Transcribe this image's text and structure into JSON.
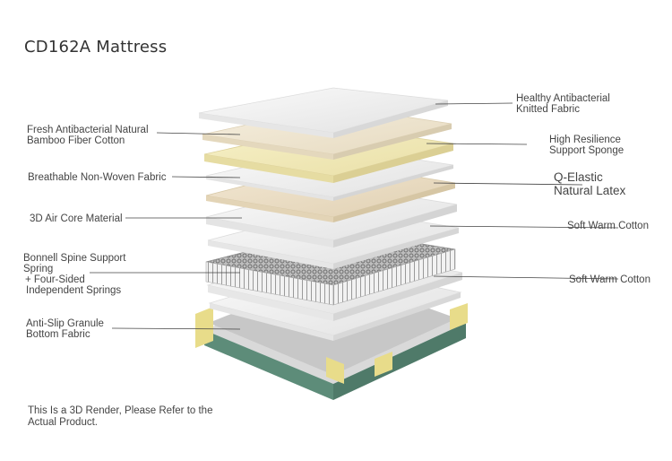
{
  "title": "CD162A Mattress",
  "labels_left": [
    {
      "lines": [
        "Fresh Antibacterial Natural",
        "Bamboo Fiber Cotton"
      ]
    },
    {
      "lines": [
        "Breathable Non-Woven Fabric"
      ]
    },
    {
      "lines": [
        "3D Air Core Material"
      ]
    },
    {
      "lines": [
        "Bonnell Spine Support",
        "Spring",
        " + Four-Sided",
        "Independent Springs"
      ]
    },
    {
      "lines": [
        "Anti-Slip Granule",
        "Bottom Fabric"
      ]
    }
  ],
  "labels_right": [
    {
      "lines": [
        "Healthy Antibacterial",
        "Knitted Fabric"
      ]
    },
    {
      "lines": [
        "High Resilience",
        "Support Sponge"
      ]
    },
    {
      "lines": [
        "Q-Elastic",
        "Natural Latex"
      ]
    },
    {
      "lines": [
        "Soft Warm Cotton"
      ]
    },
    {
      "lines": [
        "Soft Warm Cotton"
      ]
    }
  ],
  "note": [
    "This Is a 3D Render, Please Refer to the",
    "Actual Product."
  ],
  "colors": {
    "layer_white": "#eeeeee",
    "layer_cream": "#efe6d2",
    "layer_yellow": "#f1e9b8",
    "layer_latex": "#e9dcc4",
    "spring": "#8a8a8a",
    "base_green": "#5d8c79",
    "base_edge_yellow": "#e8dc8a"
  }
}
